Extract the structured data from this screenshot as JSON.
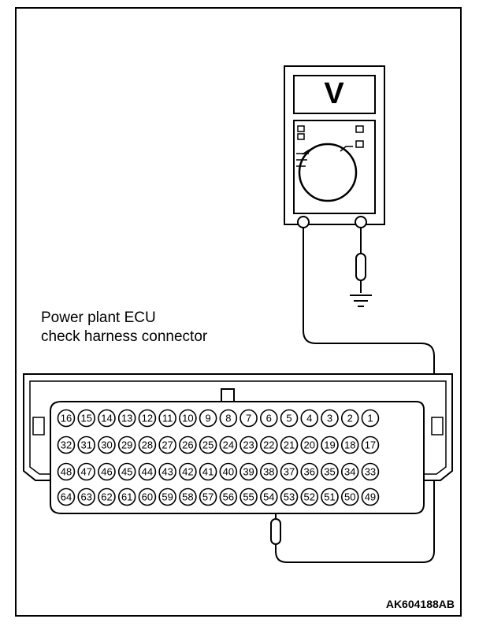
{
  "connector": {
    "label_line1": "Power plant ECU",
    "label_line2": "check harness connector",
    "rows": [
      [
        "16",
        "15",
        "14",
        "13",
        "12",
        "11",
        "10",
        "9",
        "8",
        "7",
        "6",
        "5",
        "4",
        "3",
        "2",
        "1"
      ],
      [
        "32",
        "31",
        "30",
        "29",
        "28",
        "27",
        "26",
        "25",
        "24",
        "23",
        "22",
        "21",
        "20",
        "19",
        "18",
        "17"
      ],
      [
        "48",
        "47",
        "46",
        "45",
        "44",
        "43",
        "42",
        "41",
        "40",
        "39",
        "38",
        "37",
        "36",
        "35",
        "34",
        "33"
      ],
      [
        "64",
        "63",
        "62",
        "61",
        "60",
        "59",
        "58",
        "57",
        "56",
        "55",
        "54",
        "53",
        "52",
        "51",
        "50",
        "49"
      ]
    ],
    "probed_pin": "54"
  },
  "meter": {
    "display_symbol": "V"
  },
  "figure_code": "AK604188AB"
}
